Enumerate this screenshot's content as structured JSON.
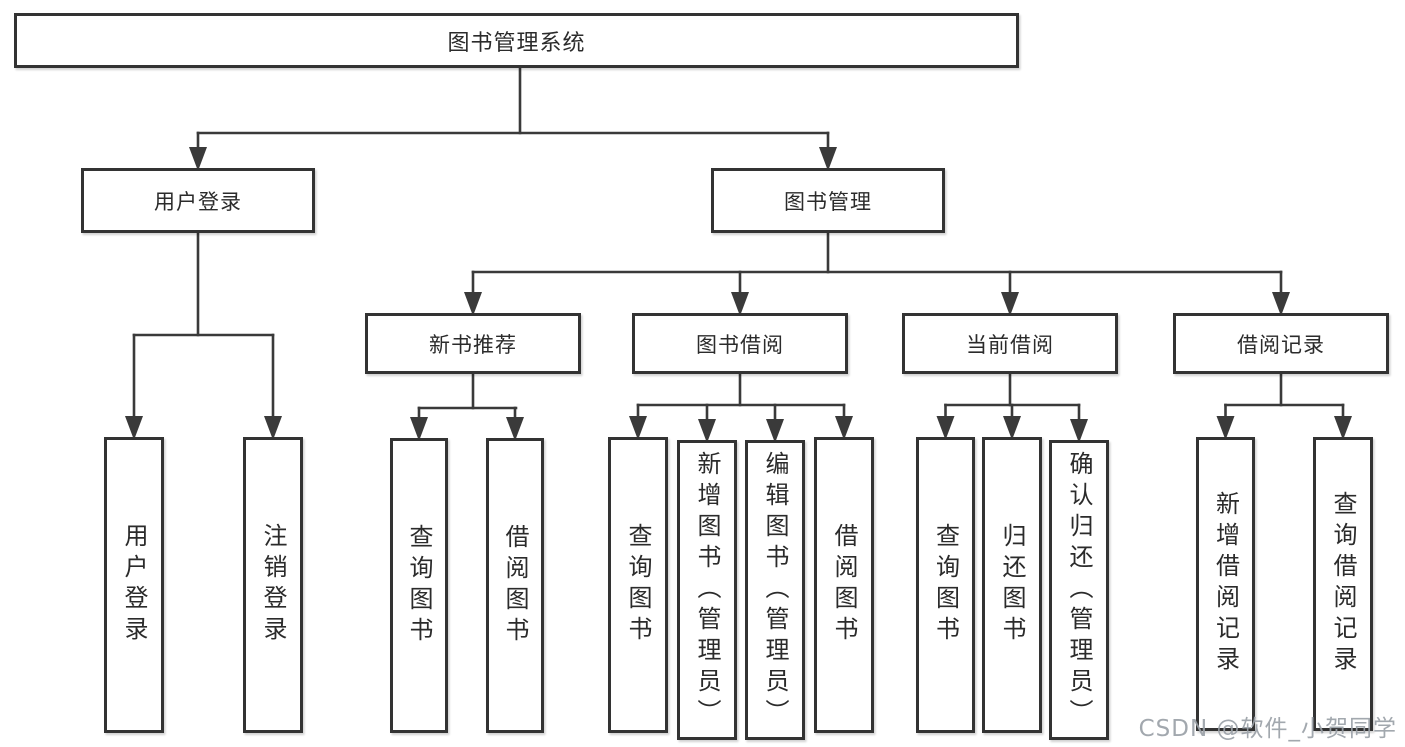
{
  "tree": {
    "label": "图书管理系统",
    "children": [
      {
        "label": "用户登录",
        "children": [
          {
            "label": "用户登录"
          },
          {
            "label": "注销登录"
          }
        ]
      },
      {
        "label": "图书管理",
        "children": [
          {
            "label": "新书推荐",
            "children": [
              {
                "label": "查询图书"
              },
              {
                "label": "借阅图书"
              }
            ]
          },
          {
            "label": "图书借阅",
            "children": [
              {
                "label": "查询图书"
              },
              {
                "label": "新增图书（管理员）"
              },
              {
                "label": "编辑图书（管理员）"
              },
              {
                "label": "借阅图书"
              }
            ]
          },
          {
            "label": "当前借阅",
            "children": [
              {
                "label": "查询图书"
              },
              {
                "label": "归还图书"
              },
              {
                "label": "确认归还（管理员）"
              }
            ]
          },
          {
            "label": "借阅记录",
            "children": [
              {
                "label": "新增借阅记录"
              },
              {
                "label": "查询借阅记录"
              }
            ]
          }
        ]
      }
    ]
  },
  "watermark": "CSDN @软件_小贺同学",
  "colors": {
    "line": "#3a3a3a",
    "box_border": "#333333",
    "text": "#2b2b2b",
    "watermark_text": "#9ba1a8",
    "background": "#ffffff"
  }
}
